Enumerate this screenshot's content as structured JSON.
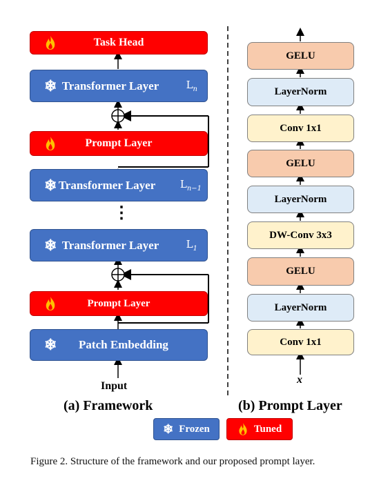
{
  "framework": {
    "task_head": "Task Head",
    "transformer_label": "Transformer Layer",
    "sub_n": "L",
    "sub_n_idx": "n",
    "sub_n1": "L",
    "sub_n1_idx": "n−1",
    "sub_1": "L",
    "sub_1_idx": "1",
    "prompt_label": "Prompt Layer",
    "patch_embedding": "Patch Embedding",
    "input": "Input",
    "ellipsis": "⋮",
    "caption": "(a) Framework"
  },
  "prompt_layer": {
    "blocks": [
      "GELU",
      "LayerNorm",
      "Conv 1x1",
      "GELU",
      "LayerNorm",
      "DW-Conv 3x3",
      "GELU",
      "LayerNorm",
      "Conv 1x1"
    ],
    "input_var": "x",
    "caption": "(b) Prompt Layer"
  },
  "legend": {
    "frozen": "Frozen",
    "tuned": "Tuned"
  },
  "figure_caption": "Figure 2.  Structure of the framework and our proposed prompt layer.",
  "colors": {
    "frozen_blue": "#4472c4",
    "tuned_red": "#ff0000",
    "gelu_orange": "#f8cbad",
    "layernorm_blue": "#deebf7",
    "conv_yellow": "#fff2cc"
  },
  "icons": {
    "frozen": "snowflake-icon",
    "tuned": "flame-icon"
  }
}
